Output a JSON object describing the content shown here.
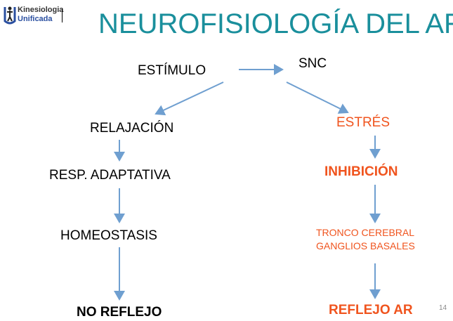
{
  "logo": {
    "line1": "Kinesiologia",
    "line2": "Unificada"
  },
  "title": "NEUROFISIOLOGÍA DEL AR",
  "nodes": {
    "estimulo": "ESTÍMULO",
    "snc": "SNC",
    "relajacion": "RELAJACIÓN",
    "resp": "RESP. ADAPTATIVA",
    "homeostasis": "HOMEOSTASIS",
    "no_reflejo": "NO REFLEJO",
    "estres": "ESTRÉS",
    "inhibicion": "INHIBICIÓN",
    "tronco": "TRONCO CEREBRAL",
    "ganglios": "GANGLIOS BASALES",
    "reflejo_ar": "REFLEJO AR"
  },
  "page_number": "14",
  "colors": {
    "title": "#1a8f9c",
    "accent": "#f0541e",
    "arrow": "#6f9fd0"
  }
}
